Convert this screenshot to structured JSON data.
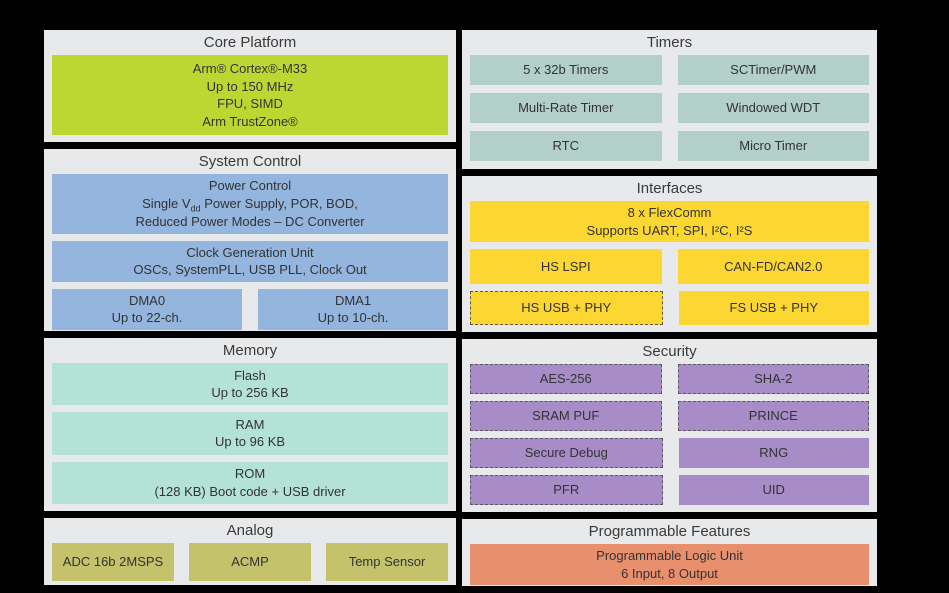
{
  "colors": {
    "panel": "#e8e9eb",
    "green": "#bdd732",
    "blue": "#93b5de",
    "mint": "#b5e2d7",
    "sage": "#b2cfc8",
    "yellow": "#fdd731",
    "purple": "#a78cc8",
    "olive": "#c5c26c",
    "salmon": "#e8906e"
  },
  "left": {
    "core_platform": {
      "title": "Core Platform",
      "cpu": {
        "lines": [
          "Arm® Cortex®-M33",
          "Up to 150 MHz",
          "FPU, SIMD",
          "Arm TrustZone®"
        ]
      }
    },
    "system_control": {
      "title": "System Control",
      "power": {
        "line1": "Power Control",
        "line2_pre": "Single V",
        "line2_sub": "dd",
        "line2_post": " Power Supply, POR, BOD,",
        "line3": "Reduced Power Modes – DC Converter"
      },
      "clock": {
        "lines": [
          "Clock Generation Unit",
          "OSCs, SystemPLL, USB PLL, Clock Out"
        ]
      },
      "dma0": {
        "lines": [
          "DMA0",
          "Up to 22-ch."
        ]
      },
      "dma1": {
        "lines": [
          "DMA1",
          "Up to 10-ch."
        ]
      }
    },
    "memory": {
      "title": "Memory",
      "flash": {
        "lines": [
          "Flash",
          "Up to 256 KB"
        ]
      },
      "ram": {
        "lines": [
          "RAM",
          "Up to 96 KB"
        ]
      },
      "rom": {
        "lines": [
          "ROM",
          "(128 KB) Boot code + USB driver"
        ]
      }
    },
    "analog": {
      "title": "Analog",
      "blocks": [
        "ADC 16b 2MSPS",
        "ACMP",
        "Temp Sensor"
      ]
    }
  },
  "right": {
    "timers": {
      "title": "Timers",
      "blocks": [
        "5 x 32b Timers",
        "SCTimer/PWM",
        "Multi-Rate Timer",
        "Windowed WDT",
        "RTC",
        "Micro Timer"
      ]
    },
    "interfaces": {
      "title": "Interfaces",
      "flexcomm": {
        "lines": [
          "8 x FlexComm",
          "Supports UART, SPI, I²C, I²S"
        ]
      },
      "blocks": [
        {
          "label": "HS LSPI"
        },
        {
          "label": "CAN-FD/CAN2.0"
        },
        {
          "label": "HS USB + PHY"
        },
        {
          "label": "FS USB + PHY"
        }
      ]
    },
    "security": {
      "title": "Security",
      "blocks": [
        {
          "label": "AES-256"
        },
        {
          "label": "SHA-2"
        },
        {
          "label": "SRAM PUF"
        },
        {
          "label": "PRINCE"
        },
        {
          "label": "Secure Debug"
        },
        {
          "label": "RNG"
        },
        {
          "label": "PFR"
        },
        {
          "label": "UID"
        }
      ]
    },
    "programmable": {
      "title": "Programmable Features",
      "plu": {
        "lines": [
          "Programmable Logic Unit",
          "6 Input, 8 Output"
        ]
      }
    }
  }
}
